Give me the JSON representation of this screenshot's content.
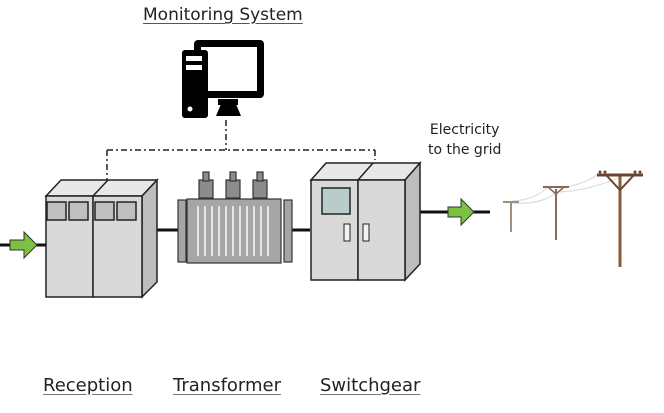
{
  "diagram": {
    "title": "Monitoring System",
    "grid_label_line1": "Electricity",
    "grid_label_line2": "to the grid",
    "components": [
      {
        "label": "Reception",
        "icon": "reception-cabinet-icon"
      },
      {
        "label": "Transformer",
        "icon": "transformer-icon"
      },
      {
        "label": "Switchgear",
        "icon": "switchgear-cabinet-icon"
      }
    ],
    "icons": {
      "monitor": "computer-monitor-icon",
      "input_arrow": "power-input-arrow-icon",
      "output_arrow": "power-output-arrow-icon",
      "poles": "utility-pole-icon"
    },
    "colors": {
      "arrow_fill": "#7dc142",
      "cabinet_front": "#d9d9d9",
      "cabinet_side": "#bdbdbd",
      "cabinet_top": "#e8e8e8",
      "transformer_body": "#a6a6a6",
      "window": "#b7cccb",
      "pole_brown": "#8a5a3a",
      "line": "#111111"
    }
  }
}
